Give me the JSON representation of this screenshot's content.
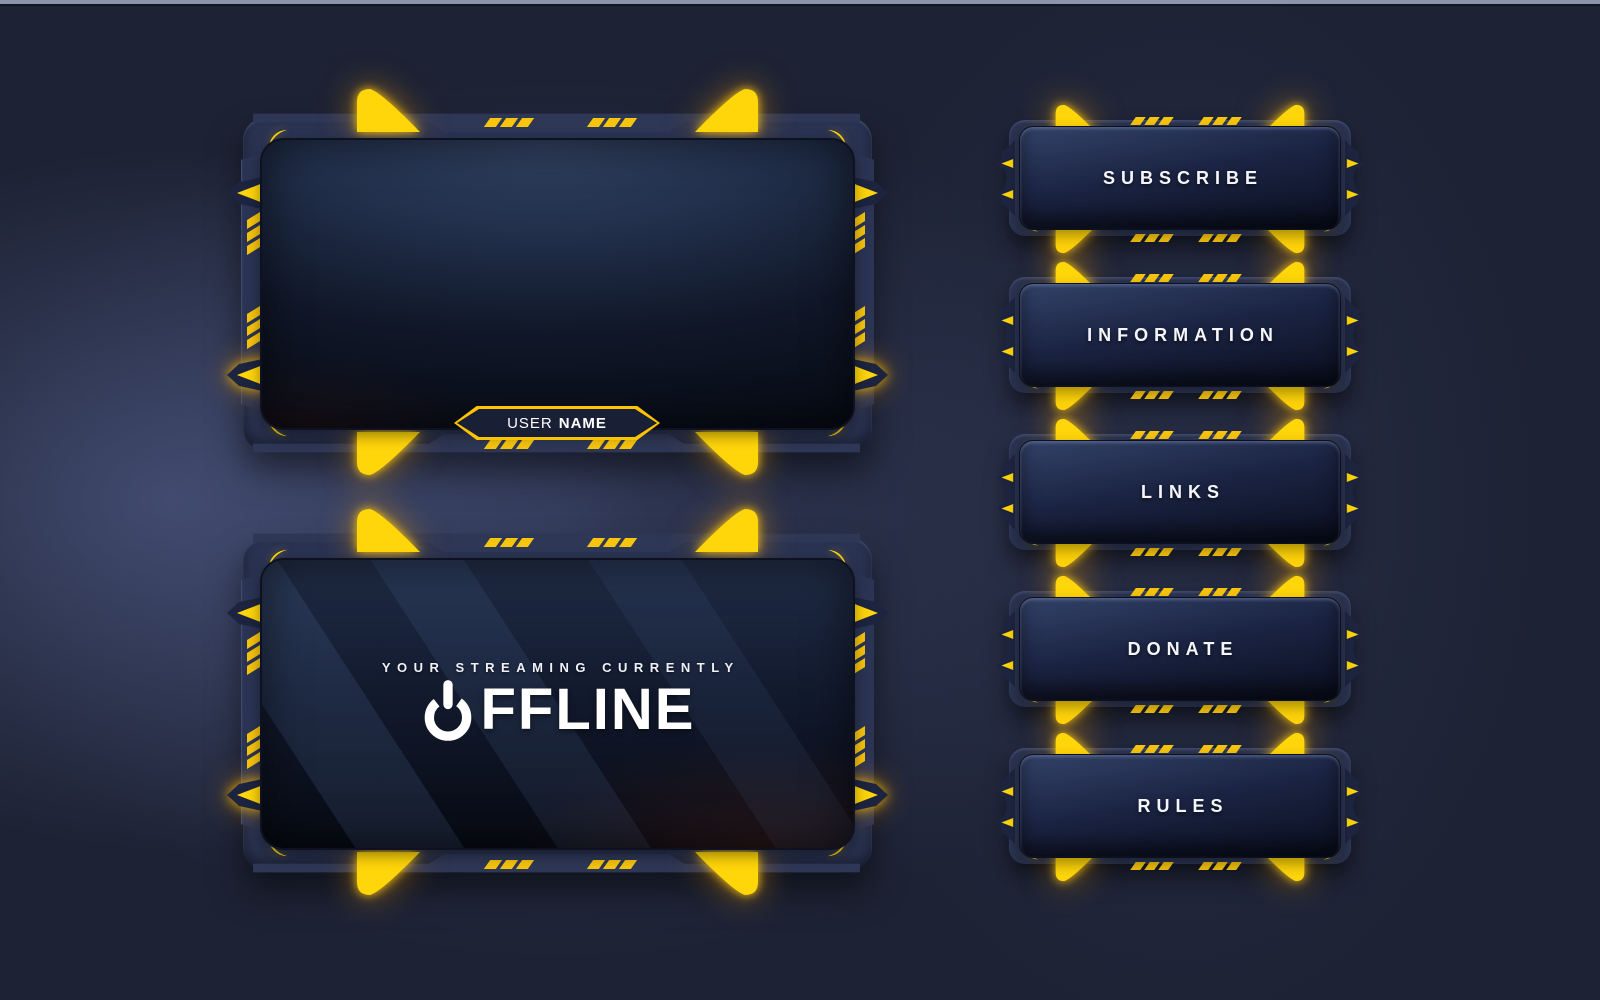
{
  "scene": {
    "background_color": "#1d2234",
    "accent_yellow": "#ffd60a",
    "panel_navy": "#2a3352",
    "top_strip_color": "#8d95aa"
  },
  "webcam_frame": {
    "username_regular": "USER",
    "username_bold": "NAME"
  },
  "offline_frame": {
    "subtitle": "YOUR STREAMING CURRENTLY",
    "title_word": "OFFLINE",
    "title_after_icon": "FFLINE"
  },
  "panel_buttons": [
    {
      "label": "SUBSCRIBE"
    },
    {
      "label": "INFORMATION"
    },
    {
      "label": "LINKS"
    },
    {
      "label": "DONATE"
    },
    {
      "label": "RULES"
    }
  ]
}
